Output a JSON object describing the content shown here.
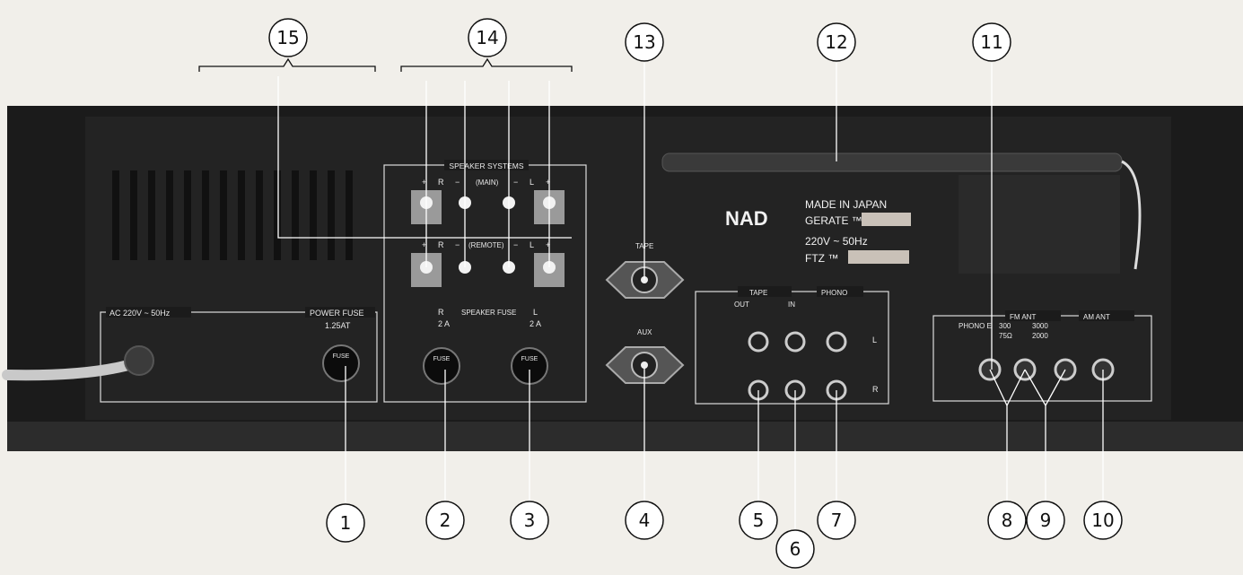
{
  "brand": "NAD",
  "callouts": [
    "1",
    "2",
    "3",
    "4",
    "5",
    "6",
    "7",
    "8",
    "9",
    "10",
    "11",
    "12",
    "13",
    "14",
    "15"
  ],
  "labels": {
    "speaker_systems": "SPEAKER SYSTEMS",
    "main": "(MAIN)",
    "remote": "(REMOTE)",
    "r": "R",
    "l": "L",
    "plus": "+",
    "minus": "−",
    "speaker_fuse": "SPEAKER FUSE",
    "fuse_rating_r": "2 A",
    "fuse_rating_l": "2 A",
    "fuse_cap": "FUSE",
    "ac_line": "AC 220V ~ 50Hz",
    "power_fuse": "POWER FUSE",
    "power_fuse_rating": "1.25AT",
    "tape": "TAPE",
    "aux": "AUX",
    "tape_group": "TAPE",
    "phono_group": "PHONO",
    "out": "OUT",
    "in": "IN",
    "jack_l": "L",
    "jack_r": "R",
    "fm_ant": "FM ANT",
    "am_ant": "AM ANT",
    "phono_e": "PHONO E",
    "ohm_300": "300",
    "ohm_75": "75Ω",
    "ohm_3000": "3000",
    "ohm_2000": "2000"
  },
  "nameplate": {
    "made_in": "MADE IN JAPAN",
    "gerate": "GERATE ™",
    "rating": "220V ~ 50Hz",
    "ftz": "FTZ ™"
  }
}
